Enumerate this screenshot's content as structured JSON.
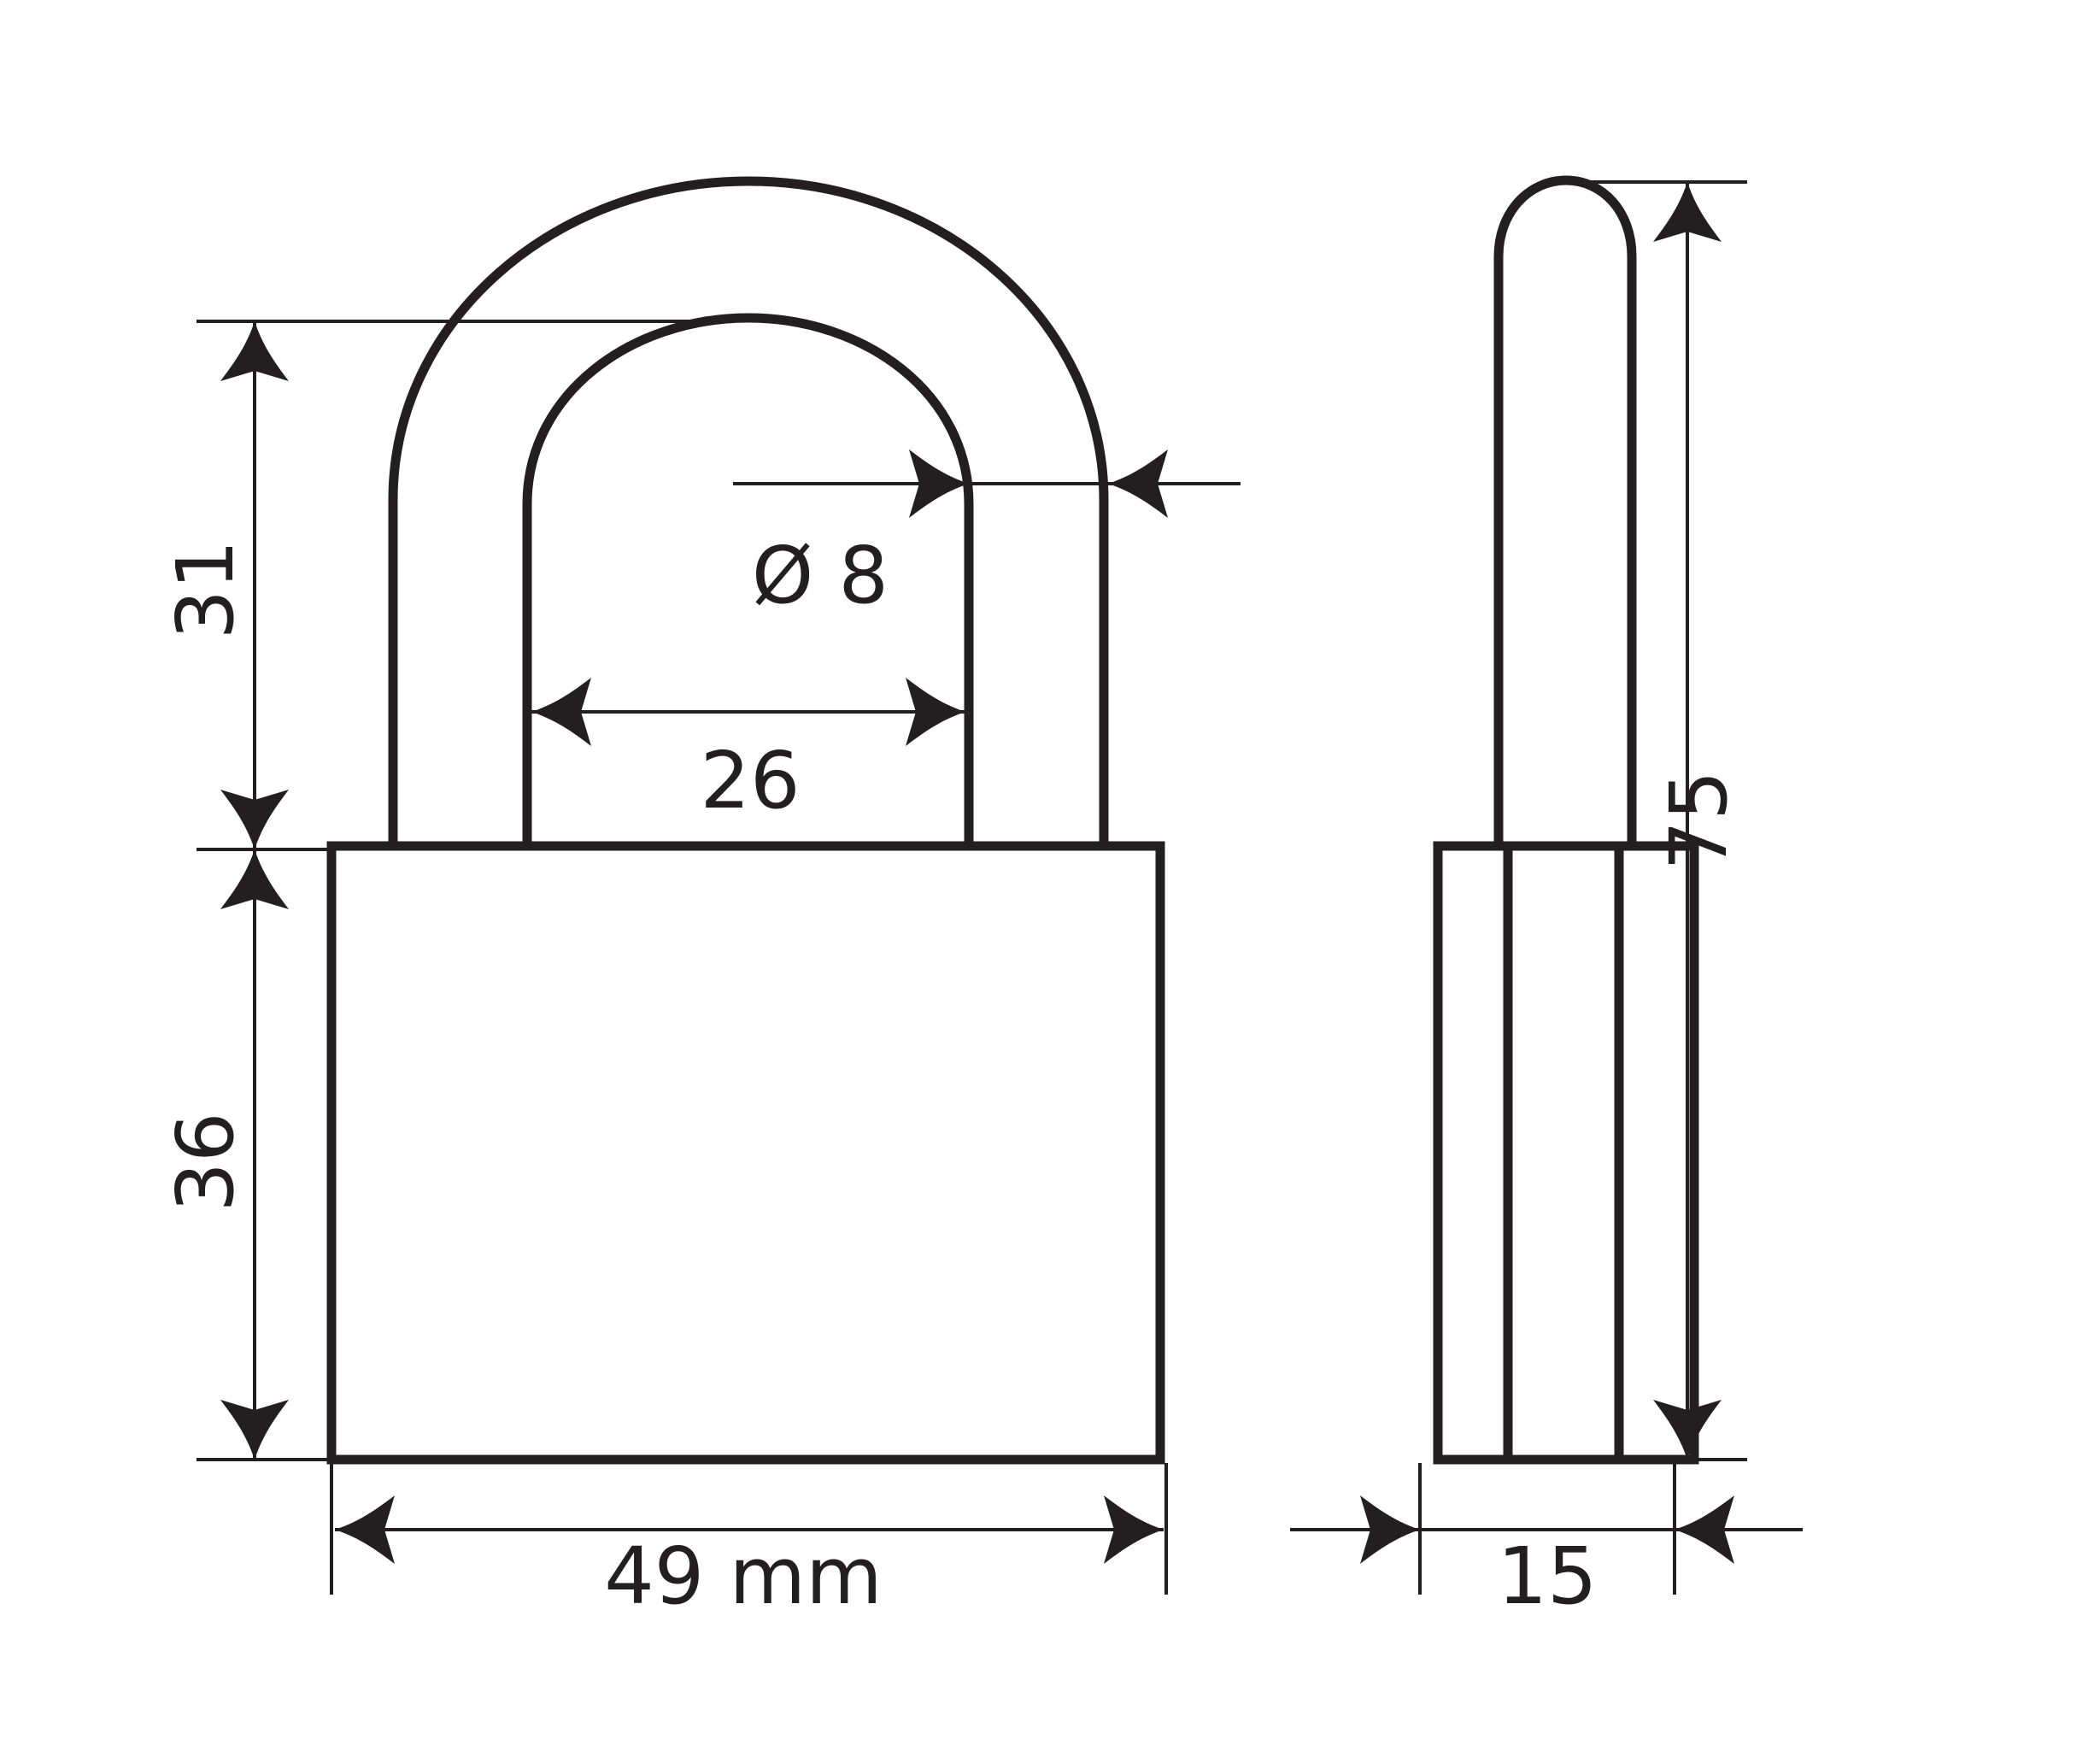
{
  "diagram": {
    "subject": "padlock",
    "views": [
      "front",
      "side"
    ],
    "unit": "mm",
    "stroke_color": "#231f20",
    "background": "#ffffff",
    "dimensions": {
      "body_width": "49 mm",
      "shackle_clearance_height": "31",
      "body_height": "36",
      "shackle_inner_width": "26",
      "shackle_diameter": "Ø 8",
      "total_height": "75",
      "body_thickness": "15"
    }
  }
}
